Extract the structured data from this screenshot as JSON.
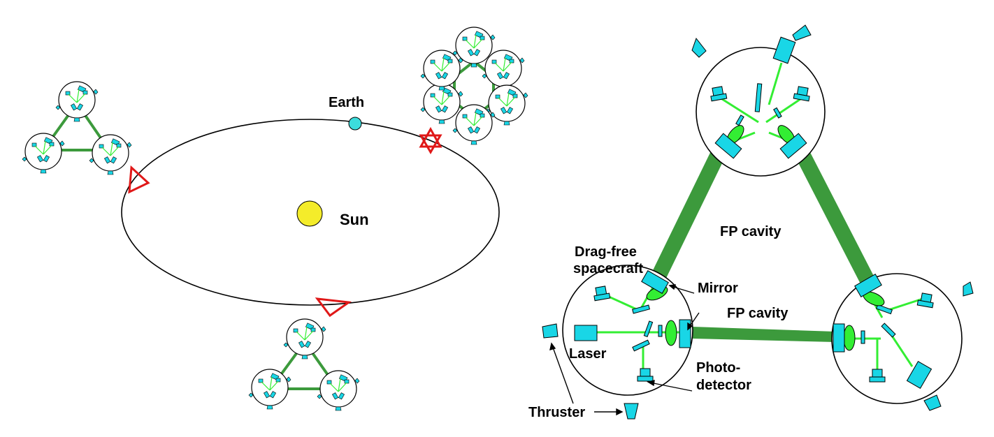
{
  "labels": {
    "earth": "Earth",
    "sun": "Sun",
    "fp_cavity_top": "FP cavity",
    "fp_cavity_bottom": "FP cavity",
    "drag_free_line1": "Drag-free",
    "drag_free_line2": "spacecraft",
    "mirror": "Mirror",
    "laser": "Laser",
    "photo_line1": "Photo-",
    "photo_line2": "detector",
    "thruster": "Thruster"
  },
  "colors": {
    "beam": "#3c9a3c",
    "beam_light": "#33ee33",
    "component": "#19d6e6",
    "marker": "#e01818",
    "sun": "#f4ec2a",
    "earth": "#3cdcdc",
    "outline": "#000000"
  },
  "icons": {
    "sun": "sun-icon",
    "earth": "earth-icon",
    "triangle_marker": "triangle-formation-marker",
    "hexagram_marker": "hexagram-formation-marker"
  }
}
